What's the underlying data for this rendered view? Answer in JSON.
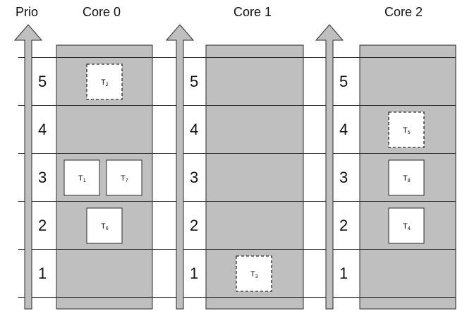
{
  "axis_label": "Prio",
  "colors": {
    "column_fill": "#bfbfbf",
    "arrow_fill": "#bfbfbf",
    "line": "#2b2b2b",
    "task_fill": "#ffffff"
  },
  "levels": [
    "5",
    "4",
    "3",
    "2",
    "1"
  ],
  "cores": [
    {
      "label": "Core 0",
      "tasks": [
        {
          "name": "T",
          "sub": "2",
          "level": "5",
          "slot": "center",
          "style": "dashed"
        },
        {
          "name": "T",
          "sub": "1",
          "level": "3",
          "slot": "left",
          "style": "solid"
        },
        {
          "name": "T",
          "sub": "7",
          "level": "3",
          "slot": "right",
          "style": "solid"
        },
        {
          "name": "T",
          "sub": "6",
          "level": "2",
          "slot": "center",
          "style": "solid"
        }
      ]
    },
    {
      "label": "Core 1",
      "tasks": [
        {
          "name": "T",
          "sub": "3",
          "level": "1",
          "slot": "center",
          "style": "dashed"
        }
      ]
    },
    {
      "label": "Core 2",
      "tasks": [
        {
          "name": "T",
          "sub": "5",
          "level": "4",
          "slot": "center",
          "style": "dashed"
        },
        {
          "name": "T",
          "sub": "8",
          "level": "3",
          "slot": "center",
          "style": "solid"
        },
        {
          "name": "T",
          "sub": "4",
          "level": "2",
          "slot": "center",
          "style": "solid"
        }
      ]
    }
  ]
}
